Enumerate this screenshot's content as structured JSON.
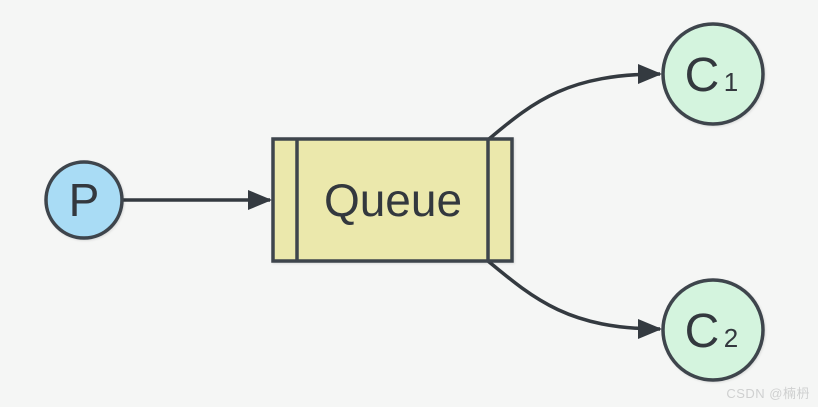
{
  "diagram": {
    "title_hint": "message queue with one producer and two consumers",
    "background_color": "#f5f6f5",
    "stroke_color": "#3e454c",
    "arrow_color": "#343a40",
    "nodes": {
      "producer": {
        "label": "P",
        "shape": "circle",
        "fill": "#a9dcf5"
      },
      "queue": {
        "label": "Queue",
        "shape": "queue-rectangle",
        "fill": "#ebe8ac"
      },
      "consumer1": {
        "label": "C",
        "subscript": "1",
        "shape": "circle",
        "fill": "#d4f4de"
      },
      "consumer2": {
        "label": "C",
        "subscript": "2",
        "shape": "circle",
        "fill": "#d4f4de"
      }
    },
    "edges": [
      {
        "from": "producer",
        "to": "queue",
        "style": "straight-arrow"
      },
      {
        "from": "queue",
        "to": "consumer1",
        "style": "curved-arrow"
      },
      {
        "from": "queue",
        "to": "consumer2",
        "style": "curved-arrow"
      }
    ]
  },
  "watermark": {
    "text": "CSDN @楠枬",
    "color": "#cfd0d0"
  }
}
